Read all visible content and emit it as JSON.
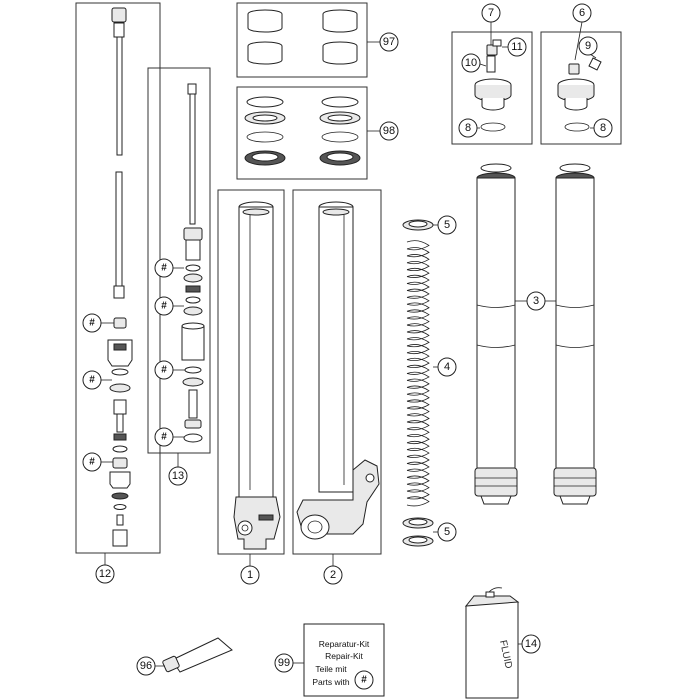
{
  "callouts": {
    "c1": "1",
    "c2": "2",
    "c3": "3",
    "c4": "4",
    "c5a": "5",
    "c5b": "5",
    "c6": "6",
    "c7": "7",
    "c8a": "8",
    "c8b": "8",
    "c9": "9",
    "c10": "10",
    "c11": "11",
    "c12": "12",
    "c13": "13",
    "c14": "14",
    "c96": "96",
    "c97": "97",
    "c98": "98",
    "c99": "99"
  },
  "hash_symbol": "#",
  "repair_kit": {
    "line1": "Reparatur-Kit",
    "line2": "Repair-Kit",
    "line3": "Teile mit",
    "line4": "Parts with"
  },
  "fluid_label": "FLUID"
}
